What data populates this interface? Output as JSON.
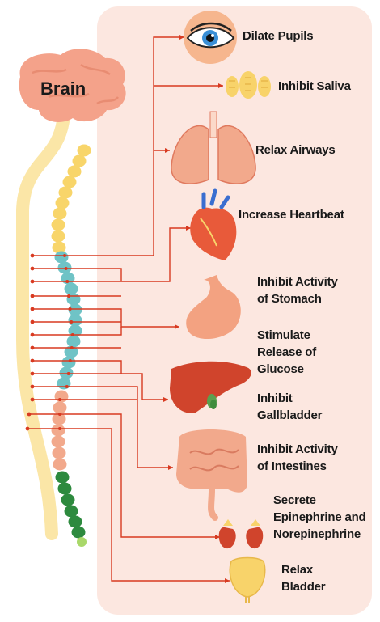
{
  "brain_label": "Brain",
  "colors": {
    "panel": "#fce7e0",
    "nerve": "#d83a21",
    "cord_outer": "#fbe6a7",
    "vertebra_yellow": "#f8d56a",
    "vertebra_teal": "#6fc3c6",
    "vertebra_salmon": "#f2a98c",
    "vertebra_green": "#2d8a3e",
    "brain": "#f4a28a"
  },
  "organs": [
    {
      "icon": "eye-icon",
      "label": "Dilate Pupils"
    },
    {
      "icon": "salivary-gland-icon",
      "label": "Inhibit Saliva"
    },
    {
      "icon": "lungs-icon",
      "label": "Relax Airways"
    },
    {
      "icon": "heart-icon",
      "label": "Increase Heartbeat"
    },
    {
      "icon": "stomach-icon",
      "label": "Inhibit Activity\nof Stomach"
    },
    {
      "icon": "liver-icon",
      "label": "Stimulate\nRelease of\nGlucose"
    },
    {
      "icon": "gallbladder-icon",
      "label": "Inhibit\nGallbladder"
    },
    {
      "icon": "intestines-icon",
      "label": "Inhibit Activity\nof Intestines"
    },
    {
      "icon": "kidney-adrenal-icon",
      "label": "Secrete\nEpinephrine and\nNorepinephrine"
    },
    {
      "icon": "bladder-icon",
      "label": "Relax\nBladder"
    }
  ]
}
